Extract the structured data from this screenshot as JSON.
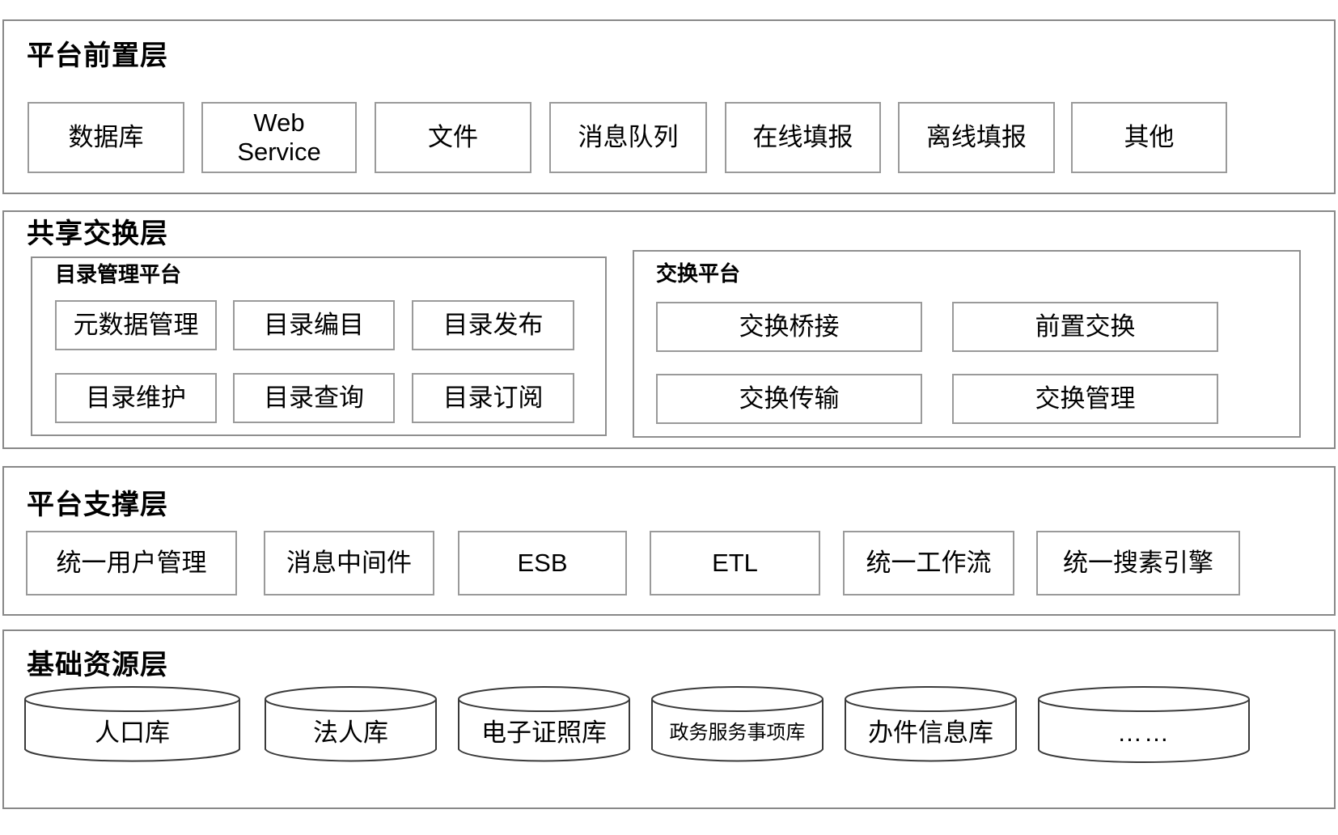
{
  "diagram": {
    "title_present": false,
    "layers": [
      {
        "id": "front-layer",
        "title": "平台前置层",
        "nodes": [
          {
            "label": "数据库"
          },
          {
            "label": "Web\nService"
          },
          {
            "label": "文件"
          },
          {
            "label": "消息队列"
          },
          {
            "label": "在线填报"
          },
          {
            "label": "离线填报"
          },
          {
            "label": "其他"
          }
        ]
      },
      {
        "id": "exchange-layer",
        "title": "共享交换层",
        "subpanels": [
          {
            "id": "catalog-platform",
            "title": "目录管理平台",
            "nodes": [
              {
                "label": "元数据管理"
              },
              {
                "label": "目录编目"
              },
              {
                "label": "目录发布"
              },
              {
                "label": "目录维护"
              },
              {
                "label": "目录查询"
              },
              {
                "label": "目录订阅"
              }
            ]
          },
          {
            "id": "exchange-platform",
            "title": "交换平台",
            "nodes": [
              {
                "label": "交换桥接"
              },
              {
                "label": "前置交换"
              },
              {
                "label": "交换传输"
              },
              {
                "label": "交换管理"
              }
            ]
          }
        ]
      },
      {
        "id": "support-layer",
        "title": "平台支撑层",
        "nodes": [
          {
            "label": "统一用户管理"
          },
          {
            "label": "消息中间件"
          },
          {
            "label": "ESB"
          },
          {
            "label": "ETL"
          },
          {
            "label": "统一工作流"
          },
          {
            "label": "统一搜素引擎"
          }
        ]
      },
      {
        "id": "resource-layer",
        "title": "基础资源层",
        "databases": [
          {
            "label": "人口库",
            "size": "normal"
          },
          {
            "label": "法人库",
            "size": "normal"
          },
          {
            "label": "电子证照库",
            "size": "normal"
          },
          {
            "label": "政务服务事项库",
            "size": "small"
          },
          {
            "label": "办件信息库",
            "size": "normal"
          },
          {
            "label": "……",
            "size": "dots"
          }
        ]
      }
    ],
    "colors": {
      "background": "#ffffff",
      "panel_border": "#888888",
      "node_border": "#9a9a9a",
      "text": "#000000"
    }
  }
}
